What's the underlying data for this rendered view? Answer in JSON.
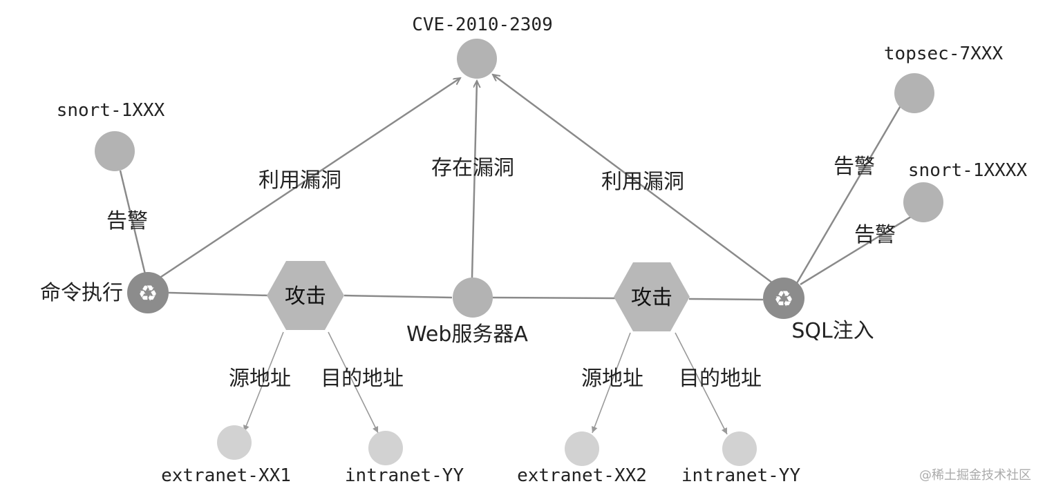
{
  "nodes": {
    "cve": "CVE-2010-2309",
    "snort1": "snort-1XXX",
    "topsec": "topsec-7XXX",
    "snort2": "snort-1XXXX",
    "cmd": "命令执行",
    "attack1": "攻击",
    "web": "Web服务器A",
    "attack2": "攻击",
    "sql": "SQL注入",
    "ext1": "extranet-XX1",
    "int1": "intranet-YY",
    "ext2": "extranet-XX2",
    "int2": "intranet-YY"
  },
  "edges": {
    "exploit_left": "利用漏洞",
    "exists": "存在漏洞",
    "exploit_right": "利用漏洞",
    "alert_left": "告警",
    "alert_topsec": "告警",
    "alert_snort2": "告警",
    "src1": "源地址",
    "dst1": "目的地址",
    "src2": "源地址",
    "dst2": "目的地址"
  },
  "watermark": "@稀土掘金技术社区",
  "colors": {
    "node_gray": "#b3b3b3",
    "node_light": "#d2d2d2",
    "hex_fill": "#b8b8b8",
    "icon_node": "#8c8c8c",
    "edge": "#8a8a8a"
  }
}
